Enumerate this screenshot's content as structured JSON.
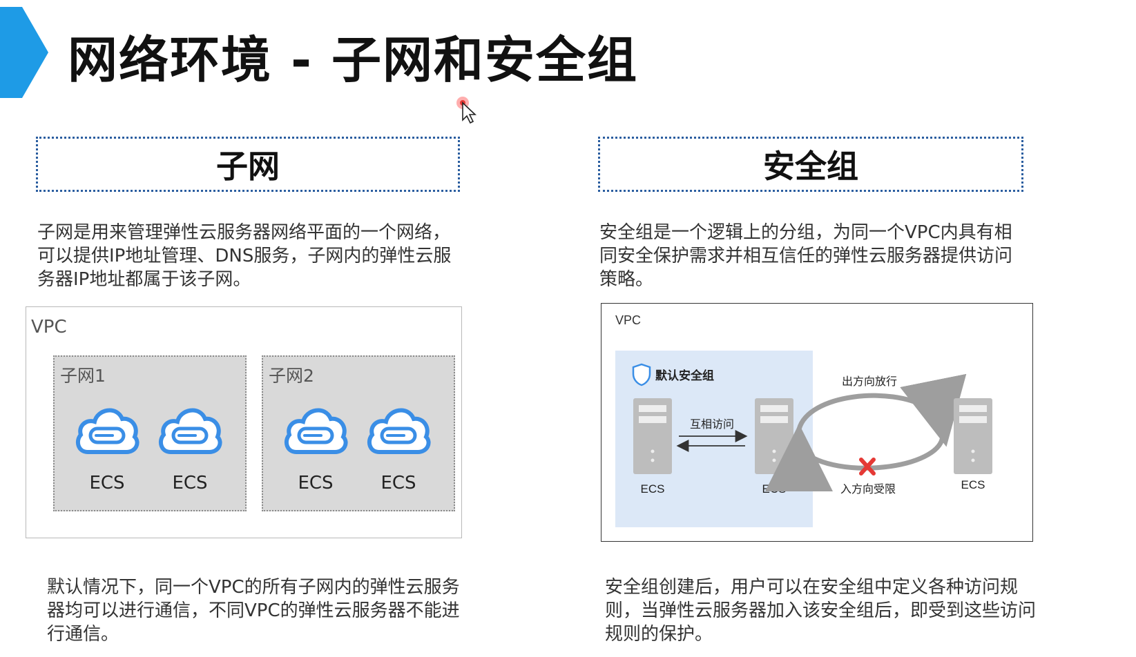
{
  "header": {
    "title": "网络环境 - 子网和安全组"
  },
  "subnet_section": {
    "heading": "子网",
    "description": "子网是用来管理弹性云服务器网络平面的一个网络，可以提供IP地址管理、DNS服务，子网内的弹性云服务器IP地址都属于该子网。",
    "diagram": {
      "vpc_label": "VPC",
      "subnets": [
        {
          "label": "子网1",
          "ecs": [
            "ECS",
            "ECS"
          ]
        },
        {
          "label": "子网2",
          "ecs": [
            "ECS",
            "ECS"
          ]
        }
      ]
    },
    "note": "默认情况下，同一个VPC的所有子网内的弹性云服务器均可以进行通信，不同VPC的弹性云服务器不能进行通信。"
  },
  "security_section": {
    "heading": "安全组",
    "description": "安全组是一个逻辑上的分组，为同一个VPC内具有相同安全保护需求并相互信任的弹性云服务器提供访问策略。",
    "diagram": {
      "vpc_label": "VPC",
      "group_label": "默认安全组",
      "mutual_access": "互相访问",
      "outbound": "出方向放行",
      "inbound": "入方向受限",
      "ecs_left": "ECS",
      "ecs_middle": "ECS",
      "ecs_right": "ECS"
    },
    "note": "安全组创建后，用户可以在安全组中定义各种访问规则，当弹性云服务器加入该安全组后，即受到这些访问规则的保护。"
  },
  "colors": {
    "accent_blue": "#1e9be6",
    "cloud_blue": "#3a8ee6",
    "dotted_border": "#2a5d9f",
    "deny_red": "#e53935"
  },
  "icons": [
    "chevron-accent-icon",
    "mouse-cursor-icon",
    "cloud-server-icon",
    "shield-icon",
    "server-icon",
    "cross-icon"
  ]
}
